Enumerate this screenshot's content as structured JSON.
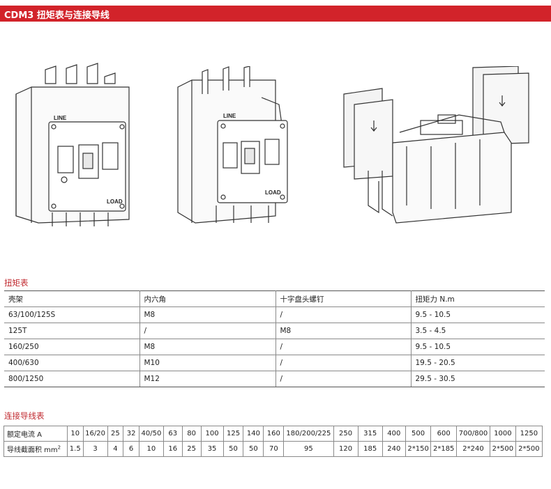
{
  "header": {
    "title": "CDM3 扭矩表与连接导线"
  },
  "illustrations": {
    "breaker_front": {
      "line_label": "LINE",
      "load_label": "LOAD"
    },
    "breaker_angled": {
      "line_label": "LINE",
      "load_label": "LOAD"
    }
  },
  "torque_section": {
    "title": "扭矩表",
    "columns": [
      "壳架",
      "内六角",
      "十字盘头螺钉",
      "扭矩力 N.m"
    ],
    "rows": [
      [
        "63/100/125S",
        "M8",
        "/",
        "9.5 - 10.5"
      ],
      [
        "125T",
        "/",
        "M8",
        "3.5 - 4.5"
      ],
      [
        "160/250",
        "M8",
        "/",
        "9.5 - 10.5"
      ],
      [
        "400/630",
        "M10",
        "/",
        "19.5 - 20.5"
      ],
      [
        "800/1250",
        "M12",
        "/",
        "29.5 - 30.5"
      ]
    ]
  },
  "wire_section": {
    "title": "连接导线表",
    "current_label": "额定电流 A",
    "area_label": "导线截面积 mm",
    "area_label_sup": "2",
    "currents": [
      "10",
      "16/20",
      "25",
      "32",
      "40/50",
      "63",
      "80",
      "100",
      "125",
      "140",
      "160",
      "180/200/225",
      "250",
      "315",
      "400",
      "500",
      "600",
      "700/800",
      "1000",
      "1250"
    ],
    "areas": [
      "1.5",
      "3",
      "4",
      "6",
      "10",
      "16",
      "25",
      "35",
      "50",
      "50",
      "70",
      "95",
      "120",
      "185",
      "240",
      "2*150",
      "2*185",
      "2*240",
      "2*500",
      "2*500"
    ]
  }
}
